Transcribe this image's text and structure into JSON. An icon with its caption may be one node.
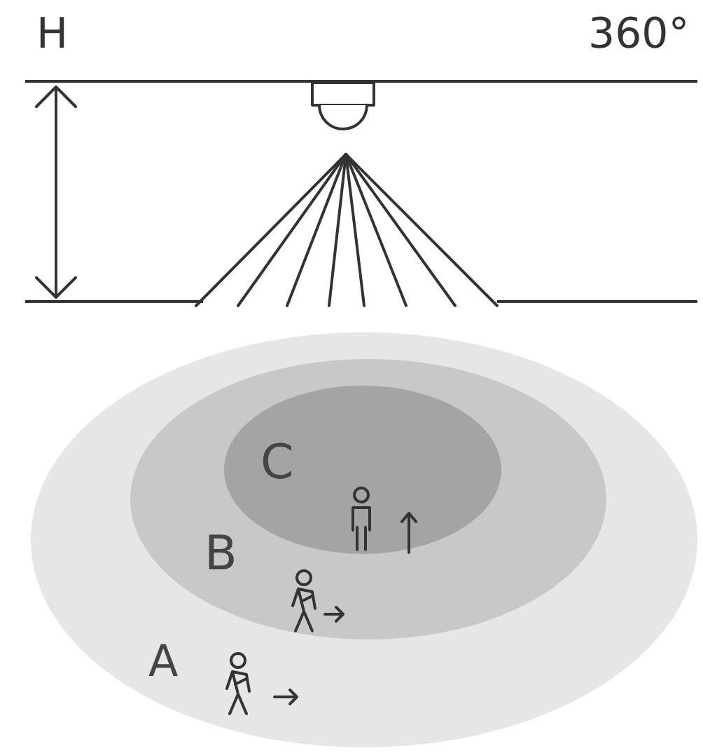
{
  "diagram": {
    "nodes": [
      {
        "text": [
          "A"
        ]
      },
      {
        "text": [
          "B"
        ],
        "in": 0
      },
      {
        "text": [
          "C"
        ],
        "in": 1
      }
    ],
    "labels": [
      "H",
      "360°"
    ]
  }
}
